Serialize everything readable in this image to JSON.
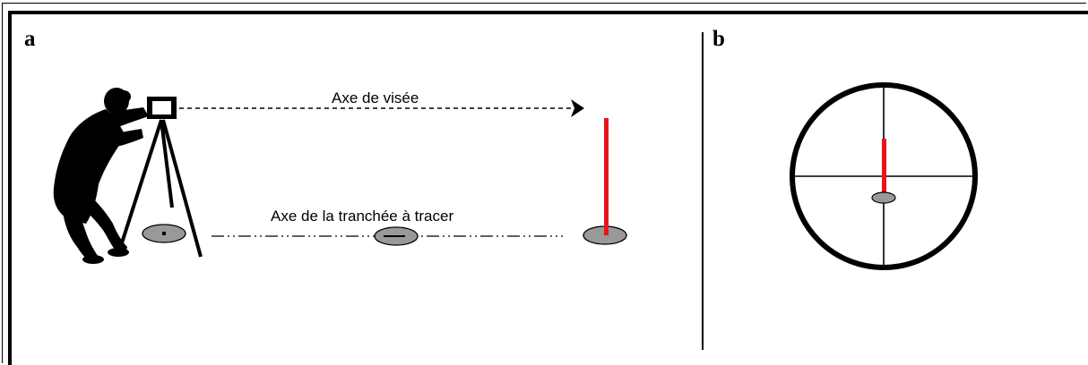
{
  "panels": {
    "a": {
      "label": "a"
    },
    "b": {
      "label": "b"
    }
  },
  "labels": {
    "sight_axis": "Axe de visée",
    "trench_axis": "Axe de la tranchée à tracer"
  },
  "colors": {
    "pole": "#e8141a",
    "disc": "#999999",
    "line": "#000000"
  }
}
